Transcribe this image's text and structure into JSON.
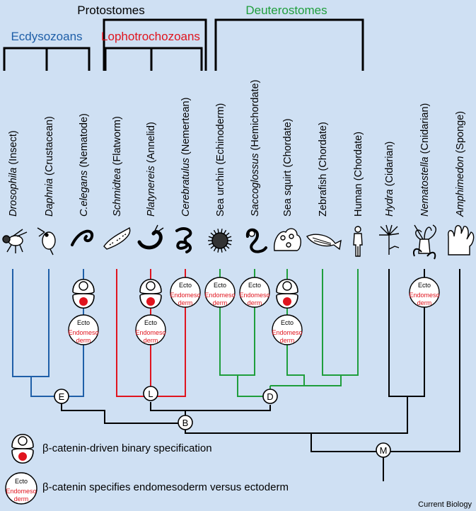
{
  "groups": {
    "protostomes": "Protostomes",
    "deuterostomes": "Deuterostomes",
    "ecdysozoans": "Ecdysozoans",
    "lophotrochozoans": "Lophotrochozoans"
  },
  "colors": {
    "background": "#cfe0f3",
    "ecdysozoa": "#1f5fa8",
    "lophotrochozoa": "#e0141e",
    "deuterostomia": "#1f9e3c",
    "outgroup": "#000000",
    "embryo_dot": "#e0141e",
    "label_green": "#1f9e3c"
  },
  "taxa": [
    {
      "italic": "Drosophila",
      "rest": " (Insect)",
      "icon": "fly-icon"
    },
    {
      "italic": "Daphnia",
      "rest": " (Crustacean)",
      "icon": "water-flea-icon"
    },
    {
      "italic": "C.elegans",
      "rest": " (Nematode)",
      "icon": "worm-icon"
    },
    {
      "italic": "Schmidtea",
      "rest": " (Flatworm)",
      "icon": "flatworm-icon"
    },
    {
      "italic": "Platynereis",
      "rest": " (Annelid)",
      "icon": "annelid-icon"
    },
    {
      "italic": "Cerebratulus",
      "rest": " (Nemertean)",
      "icon": "nemertean-icon"
    },
    {
      "italic": "",
      "rest": "Sea urchin (Echinoderm)",
      "icon": "sea-urchin-icon"
    },
    {
      "italic": "Saccoglossus",
      "rest": " (Hemichordate)",
      "icon": "acorn-worm-icon"
    },
    {
      "italic": "",
      "rest": "Sea squirt (Chordate)",
      "icon": "sea-squirt-icon"
    },
    {
      "italic": "",
      "rest": "Zebrafish (Chordate)",
      "icon": "zebrafish-icon"
    },
    {
      "italic": "",
      "rest": "Human (Chordate)",
      "icon": "human-icon"
    },
    {
      "italic": "Hydra",
      "rest": " (Cidarian)",
      "icon": "hydra-icon"
    },
    {
      "italic": "Nematostella",
      "rest": " (Cnidarian)",
      "icon": "sea-anemone-icon"
    },
    {
      "italic": "Amphimedon",
      "rest": " (Sponge)",
      "icon": "sponge-icon"
    }
  ],
  "nodes": {
    "E": "E",
    "L": "L",
    "D": "D",
    "B": "B",
    "M": "M"
  },
  "marker": {
    "ecto": "Ecto",
    "endomeso_1": "Endomeso",
    "endomeso_2": "derm"
  },
  "legend": {
    "binary": "β-catenin-driven binary specification",
    "endo": "β-catenin specifies endomesoderm versus ectoderm"
  },
  "credit": "Current Biology"
}
